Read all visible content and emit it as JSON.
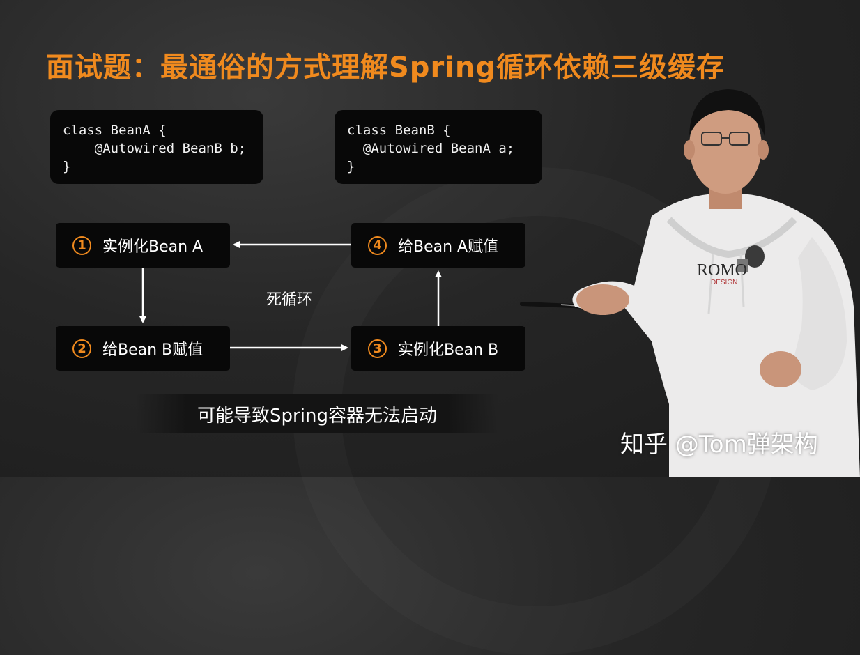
{
  "title": "面试题：最通俗的方式理解Spring循环依赖三级缓存",
  "code_a": "class BeanA {\n    @Autowired BeanB b;\n}",
  "code_b": "class BeanB {\n  @Autowired BeanA a;\n}",
  "steps": [
    {
      "num": "1",
      "label": "实例化Bean A"
    },
    {
      "num": "2",
      "label": "给Bean B赋值"
    },
    {
      "num": "3",
      "label": "实例化Bean B"
    },
    {
      "num": "4",
      "label": "给Bean A赋值"
    }
  ],
  "loop_label": "死循环",
  "footer": "可能导致Spring容器无法启动",
  "watermark": "知乎 @Tom弹架构",
  "presenter_shirt_text": "ROMO",
  "presenter_shirt_subtext": "DESIGN",
  "colors": {
    "accent": "#f08a1e",
    "box_bg": "#080808",
    "text": "#ffffff",
    "background": "#262626"
  }
}
